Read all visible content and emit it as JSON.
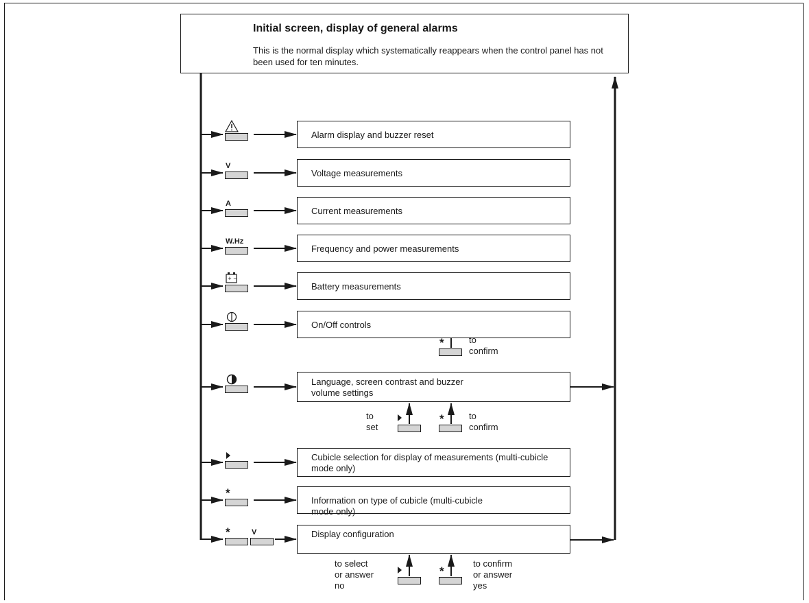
{
  "header": {
    "title": "Initial screen, display of general alarms",
    "subtitle": "This is the normal display which systematically reappears when the control panel has not been used for ten minutes."
  },
  "menu_items": [
    {
      "key_label": "",
      "key_icon": "warning-triangle-icon",
      "label": "Alarm display and buzzer reset"
    },
    {
      "key_label": "V",
      "key_icon": "",
      "label": "Voltage measurements"
    },
    {
      "key_label": "A",
      "key_icon": "",
      "label": "Current measurements"
    },
    {
      "key_label": "W.Hz",
      "key_icon": "",
      "label": "Frequency and power measurements"
    },
    {
      "key_label": "",
      "key_icon": "battery-icon",
      "label": "Battery measurements"
    },
    {
      "key_label": "",
      "key_icon": "power-onoff-icon",
      "label": "On/Off controls"
    },
    {
      "key_label": "",
      "key_icon": "contrast-icon",
      "label": "Language, screen contrast and buzzer volume settings"
    },
    {
      "key_label": "",
      "key_icon": "arrow-right-triangle-icon",
      "label": "Cubicle selection for display of measurements (multi-cubicle mode only)"
    },
    {
      "key_label": "*",
      "key_icon": "",
      "label": "Information on type of cubicle (multi-cubicle mode only)"
    },
    {
      "key_label": "* V",
      "key_icon": "",
      "label": "Display configuration"
    }
  ],
  "notes": {
    "onoff_confirm_key": "*",
    "onoff_confirm": "to\nconfirm",
    "settings_set": "to\nset",
    "settings_confirm_key": "*",
    "settings_confirm": "to\nconfirm",
    "config_select": "to select\nor answer\nno",
    "config_confirm_key": "*",
    "config_confirm": "to confirm\nor answer\nyes"
  }
}
